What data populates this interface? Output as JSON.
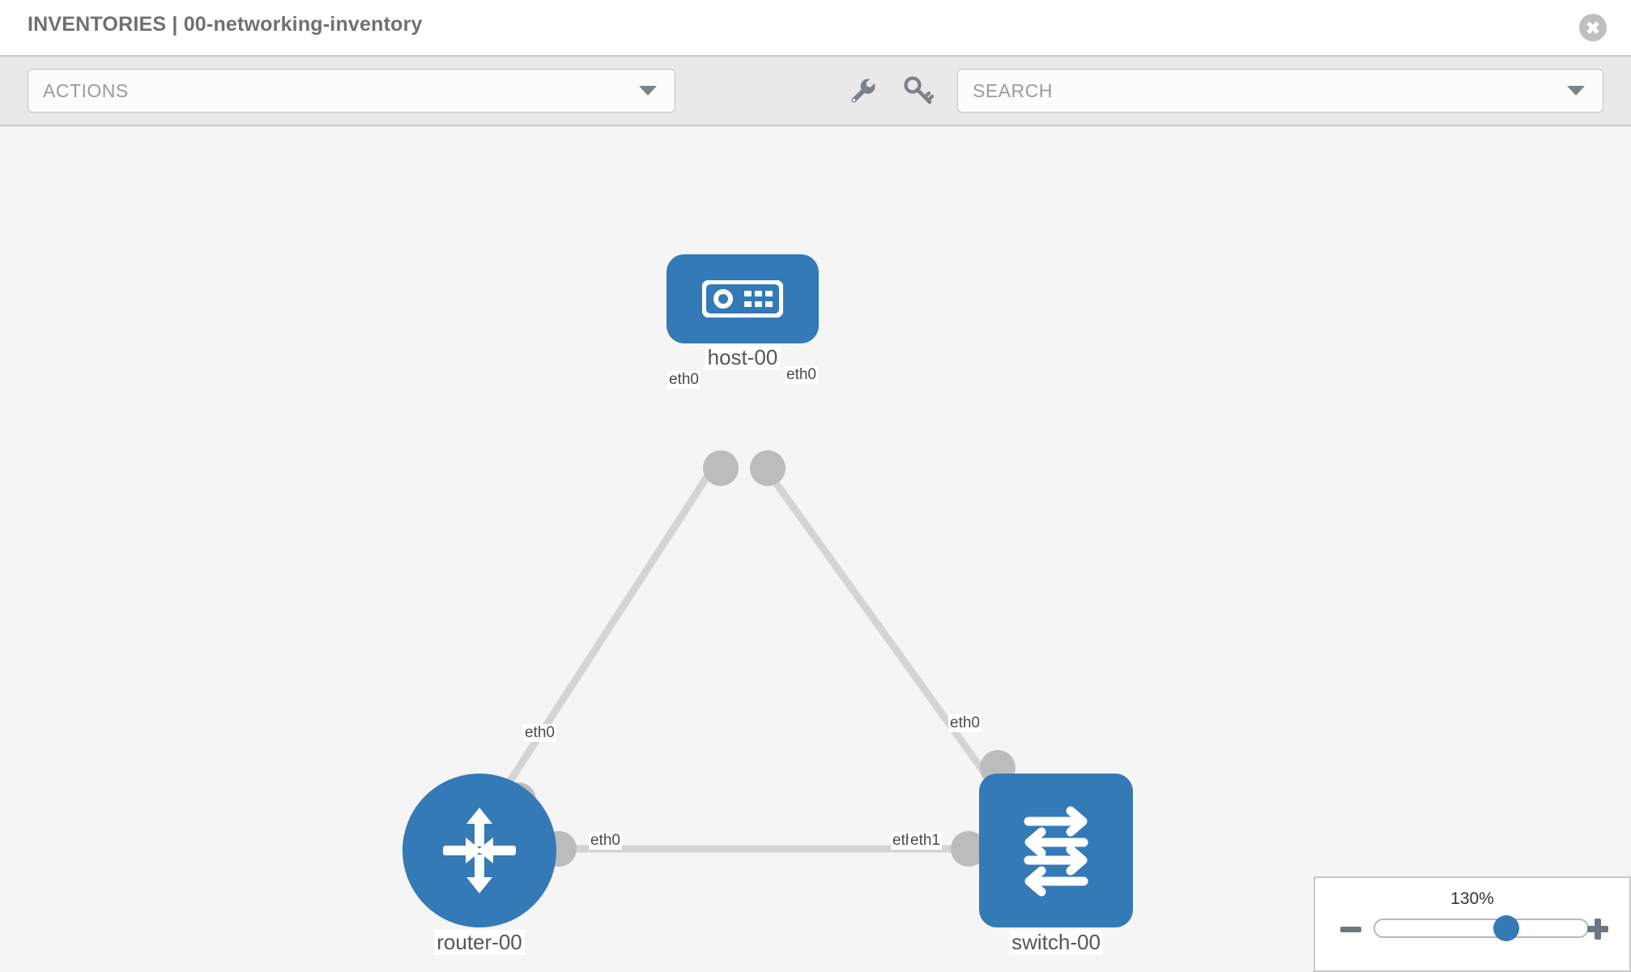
{
  "header": {
    "title": "INVENTORIES | 00-networking-inventory",
    "close_icon": "close-circle-icon"
  },
  "toolbar": {
    "actions_label": "ACTIONS",
    "actions_caret": "chevron-down-icon",
    "wrench_icon": "wrench-icon",
    "key_icon": "key-icon",
    "search_placeholder": "SEARCH",
    "search_caret": "chevron-down-icon"
  },
  "topology": {
    "nodes": [
      {
        "id": "host-00",
        "label": "host-00",
        "type": "host",
        "icon": "server-icon"
      },
      {
        "id": "router-00",
        "label": "router-00",
        "type": "router",
        "icon": "router-arrows-icon"
      },
      {
        "id": "switch-00",
        "label": "switch-00",
        "type": "switch",
        "icon": "switch-arrows-icon"
      }
    ],
    "links": [
      {
        "source": "host-00",
        "target": "router-00",
        "source_port": "eth0",
        "target_port": "eth0"
      },
      {
        "source": "host-00",
        "target": "switch-00",
        "source_port": "eth0",
        "target_port": "eth0"
      },
      {
        "source": "router-00",
        "target": "switch-00",
        "source_port": "eth0",
        "target_port": "eth1"
      }
    ],
    "port_labels": {
      "host_left": "eth0",
      "host_right": "eth0",
      "router_up": "eth0",
      "switch_up": "eth0",
      "router_right": "eth0",
      "switch_left_a": "eth",
      "switch_left_b": "eth1"
    }
  },
  "zoom": {
    "percent": "130%",
    "minus_label": "zoom-out",
    "plus_label": "zoom-in"
  },
  "colors": {
    "node_blue": "#337ab7",
    "link_gray": "#d0d0d0",
    "toolbar_bg": "#e9e9e9",
    "canvas_bg": "#f5f5f5"
  }
}
